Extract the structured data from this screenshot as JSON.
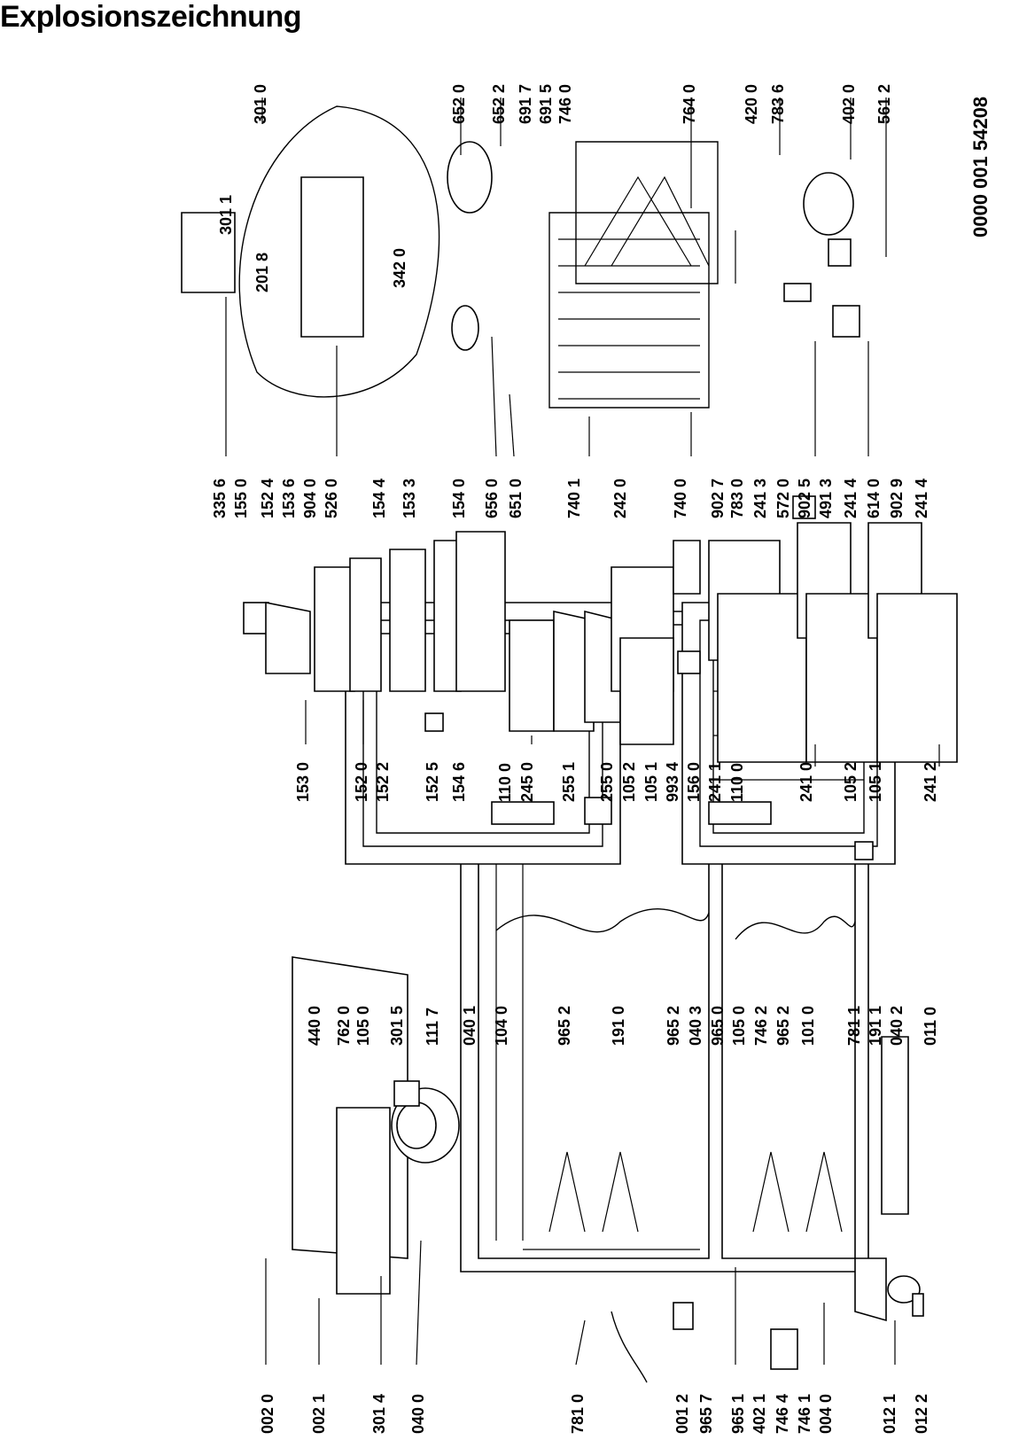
{
  "title": "Explosionszeichnung",
  "document_number": "0000 001 54208",
  "labels": {
    "top": [
      "301 0",
      "652 0",
      "652 2",
      "691 7",
      "691 5",
      "746 0",
      "764 0",
      "420 0",
      "783 6",
      "402 0",
      "561 2"
    ],
    "insert": [
      "301 1",
      "201 8",
      "342 0"
    ],
    "mid_upper": [
      "335 6",
      "155 0",
      "152 4",
      "153 6",
      "904 0",
      "526 0",
      "154 4",
      "153 3",
      "154 0",
      "656 0",
      "651 0",
      "740 1",
      "242 0",
      "740 0",
      "902 7",
      "783 0",
      "241 3",
      "572 0",
      "902 5",
      "491 3",
      "241 4",
      "614 0",
      "902 9",
      "241 4"
    ],
    "mid_lower": [
      "153 0",
      "152 0",
      "152 2",
      "152 5",
      "154 6",
      "110 0",
      "245 0",
      "255 1",
      "255 0",
      "105 2",
      "105 1",
      "993 4",
      "156 0",
      "241 1",
      "110 0",
      "241 0",
      "105 2",
      "105 1",
      "241 2"
    ],
    "left_group": [
      "440 0",
      "762 0",
      "105 0",
      "301 5",
      "111 7",
      "040 1",
      "104 0",
      "965 2",
      "191 0",
      "965 2",
      "040 3",
      "965 0",
      "105 0",
      "746 2",
      "965 2",
      "101 0",
      "781 1",
      "191 1",
      "040 2",
      "011 0"
    ],
    "bottom": [
      "002 0",
      "002 1",
      "301 4",
      "040 0",
      "781 0",
      "001 2",
      "965 7",
      "965 1",
      "402 1",
      "746 4",
      "746 1",
      "004 0",
      "012 1",
      "012 2"
    ]
  }
}
